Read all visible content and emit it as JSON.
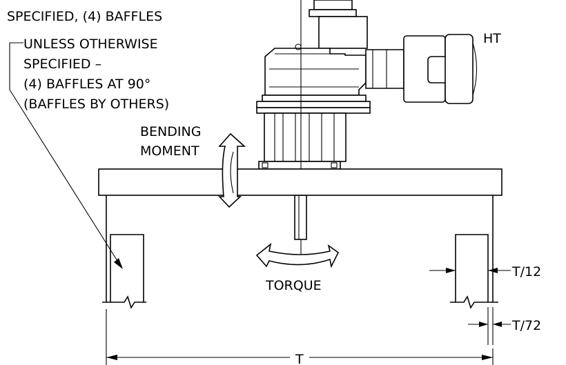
{
  "labels": {
    "top_note": "SPECIFIED, (4) BAFFLES",
    "unless_line1": "UNLESS OTHERWISE",
    "unless_line2": "SPECIFIED –",
    "unless_line3": "(4) BAFFLES AT 90°",
    "unless_line4": "(BAFFLES BY OTHERS)",
    "bending_line1": "BENDING",
    "bending_line2": "MOMENT",
    "torque": "TORQUE",
    "motor_hp": "HT",
    "dim_t12": "T/12",
    "dim_t72": "T/72",
    "dim_t": "T"
  }
}
